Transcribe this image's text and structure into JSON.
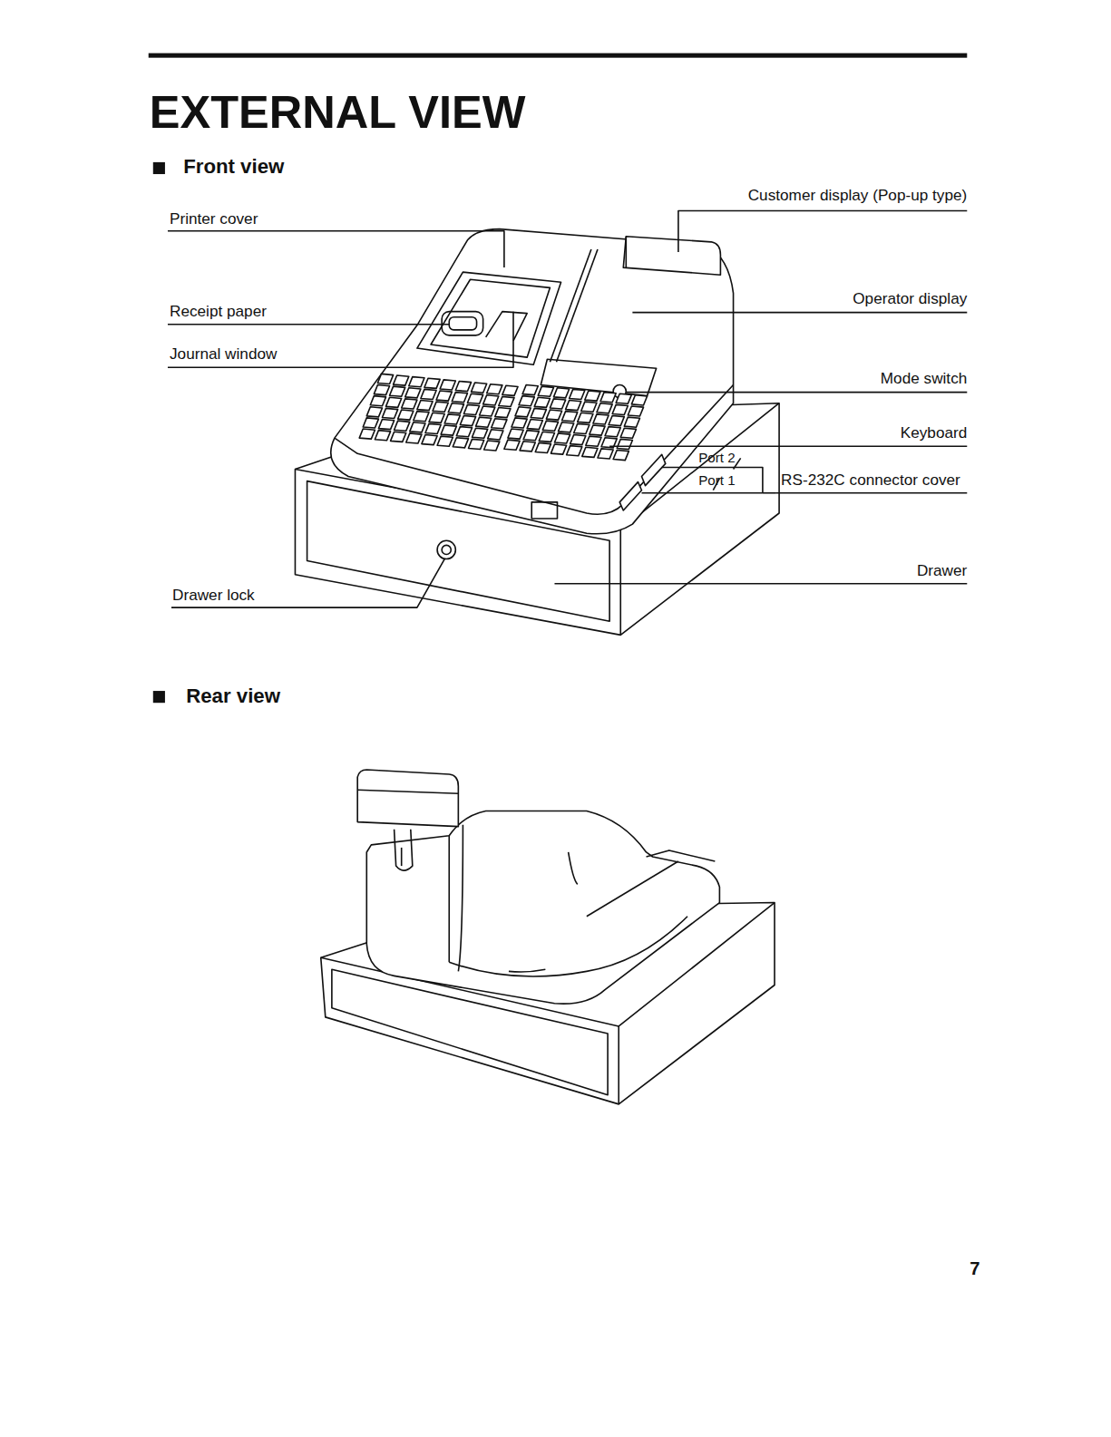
{
  "diagram": {
    "title": "EXTERNAL VIEW",
    "labels": [
      "Front view",
      "Printer cover",
      "Customer display (Pop-up type)",
      "Receipt paper",
      "Operator display",
      "Journal window",
      "Mode switch",
      "Keyboard",
      "Port 2",
      "Port 1",
      "RS-232C connector cover",
      "Drawer",
      "Drawer lock",
      "Rear view",
      "7"
    ]
  }
}
